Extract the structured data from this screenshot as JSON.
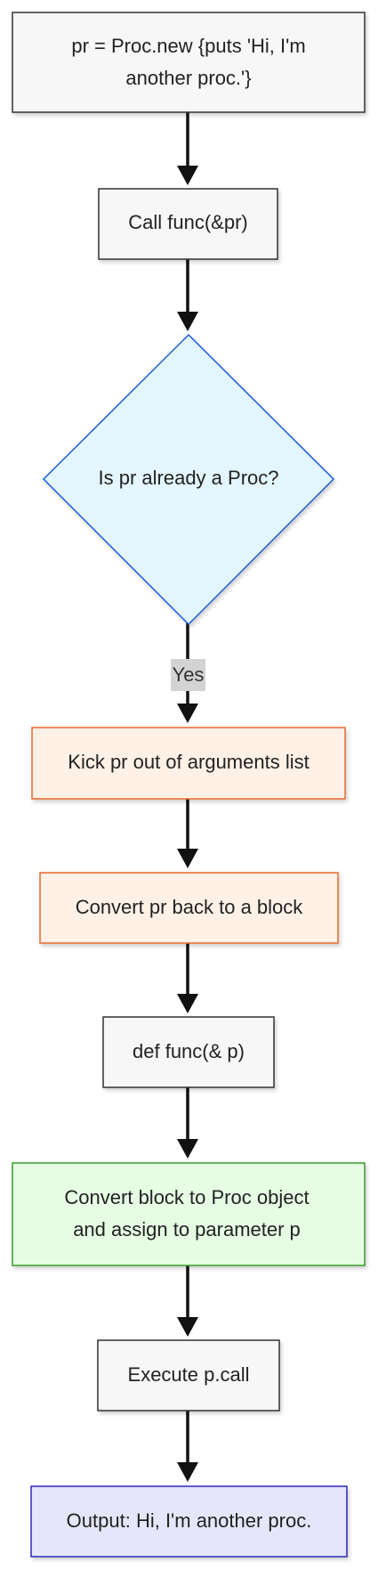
{
  "nodes": {
    "create_proc": {
      "lines": [
        "pr = Proc.new {puts 'Hi, I'm",
        "another proc.'}"
      ],
      "fill": "#f7f7f7",
      "stroke": "#333333"
    },
    "call_func": {
      "lines": [
        "Call func(&pr)"
      ],
      "fill": "#f7f7f7",
      "stroke": "#333333"
    },
    "is_proc": {
      "lines": [
        "Is pr already a Proc?"
      ],
      "fill": "#e4f6fd",
      "stroke": "#1f5bd6"
    },
    "kick_out": {
      "lines": [
        "Kick pr out of arguments list"
      ],
      "fill": "#fff1e6",
      "stroke": "#e8692f"
    },
    "convert_block": {
      "lines": [
        "Convert pr back to a block"
      ],
      "fill": "#fff1e6",
      "stroke": "#e8692f"
    },
    "def_func": {
      "lines": [
        "def func(& p)"
      ],
      "fill": "#f7f7f7",
      "stroke": "#333333"
    },
    "convert_proc": {
      "lines": [
        "Convert block to Proc object",
        "and assign to parameter p"
      ],
      "fill": "#e6fde4",
      "stroke": "#3a9a2f"
    },
    "execute": {
      "lines": [
        "Execute p.call"
      ],
      "fill": "#f7f7f7",
      "stroke": "#333333"
    },
    "output": {
      "lines": [
        "Output: Hi, I'm another proc."
      ],
      "fill": "#e6e6fa",
      "stroke": "#2a2ab8"
    }
  },
  "edge_label": {
    "text": "Yes",
    "background": "#d3d3d3"
  },
  "colors": {
    "arrow": "#111111"
  }
}
